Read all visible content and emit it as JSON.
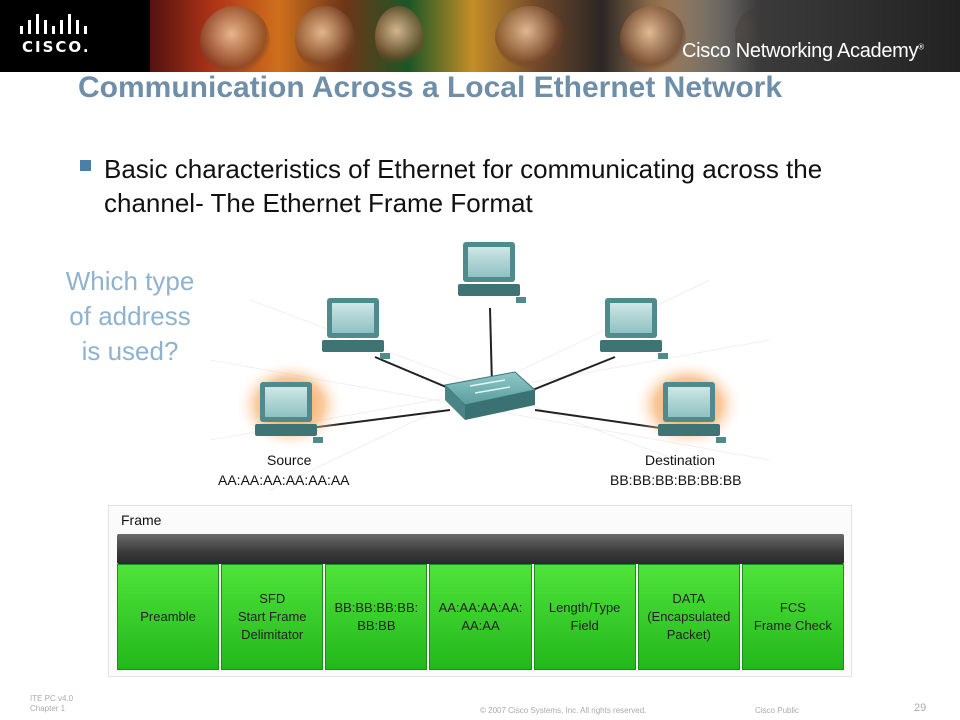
{
  "header": {
    "brand": "CISCO.",
    "academy": "Cisco Networking Academy",
    "trademark": "®"
  },
  "slide": {
    "title": "Communication Across a Local Ethernet Network",
    "bullet": "Basic characteristics of Ethernet for communicating across the channel- The Ethernet Frame Format",
    "question": "Which type of address is used?"
  },
  "network": {
    "source_label": "Source",
    "source_address": "AA:AA:AA:AA:AA:AA",
    "destination_label": "Destination",
    "destination_address": "BB:BB:BB:BB:BB:BB",
    "colors": {
      "highlight": "#f08a2e",
      "device": "#4f8a8c"
    }
  },
  "frame": {
    "label": "Frame",
    "fields": [
      "Preamble",
      "SFD\nStart Frame\nDelimitator",
      "BB:BB:BB:BB:\nBB:BB",
      "AA:AA:AA:AA:\nAA:AA",
      "Length/Type\nField",
      "DATA\n(Encapsulated\nPacket)",
      "FCS\nFrame Check"
    ],
    "colors": {
      "field": "#2ecb24",
      "bar": "#3a3a3a"
    }
  },
  "footer": {
    "course": "ITE PC v4.0",
    "chapter": "Chapter 1",
    "copyright": "© 2007 Cisco Systems, Inc. All rights reserved.",
    "classification": "Cisco Public",
    "page": "29"
  }
}
